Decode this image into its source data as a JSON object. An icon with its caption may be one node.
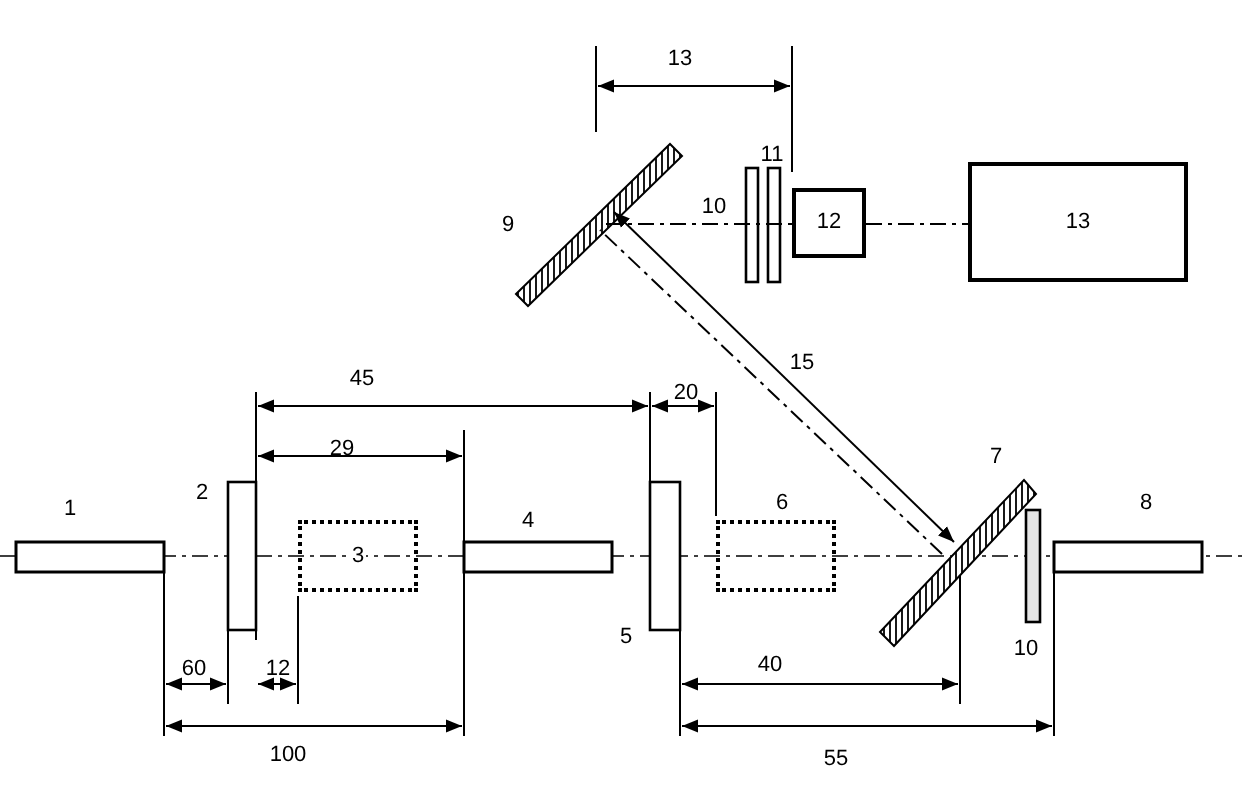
{
  "diagram": {
    "nodes": [
      {
        "text": [],
        "shape": "bar",
        "beside": [
          "9"
        ]
      },
      {
        "text": [
          "12"
        ]
      },
      {
        "text": [
          "13"
        ]
      },
      {
        "text": [
          "3"
        ]
      },
      {
        "text": [],
        "shape": "box",
        "beside": [
          "6"
        ]
      },
      {
        "text": [],
        "shape": "bar",
        "beside": [
          "7"
        ]
      }
    ],
    "edges": [
      {
        "from": 5,
        "to": 0,
        "arrow": "both",
        "label": "15"
      },
      {
        "from": 0,
        "to": 1,
        "arrow": "none",
        "style": "dashed"
      },
      {
        "from": 1,
        "to": 2,
        "arrow": "none",
        "style": "dashed"
      },
      {
        "from": 5,
        "to": 0,
        "arrow": "none",
        "style": "dashed"
      }
    ],
    "labels": [
      "13",
      "11",
      "10",
      "45",
      "20",
      "29",
      "1",
      "2",
      "4",
      "8",
      "5",
      "10",
      "60",
      "12",
      "40",
      "100",
      "55"
    ]
  }
}
